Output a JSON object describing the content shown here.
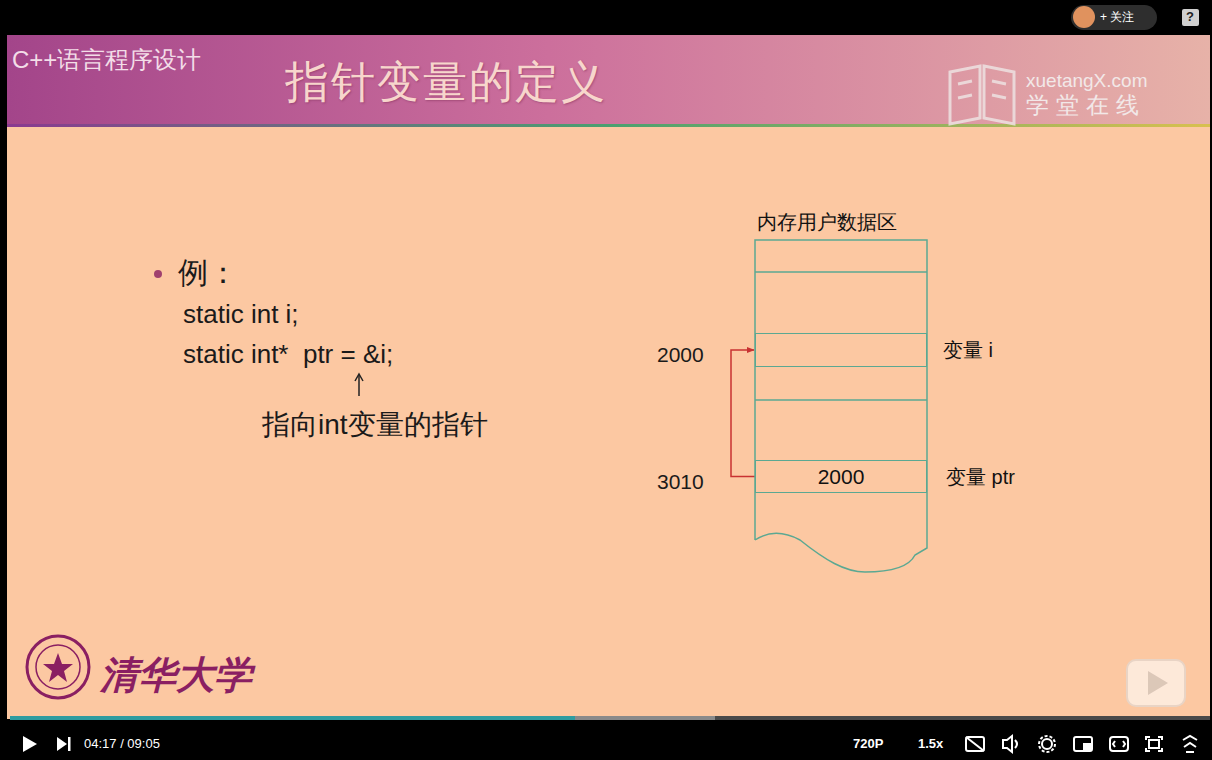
{
  "diagram": {
    "title": "指针变量的定义",
    "nodes": [
      {
        "text": [
          "内存用户数据区"
        ]
      },
      {
        "text": [
          "变量 i"
        ],
        "in": 0
      },
      {
        "text": [
          "2000",
          "变量 ptr"
        ],
        "in": 0
      }
    ],
    "edges": [
      {
        "from": 2,
        "to": 1,
        "arrow": "to"
      }
    ],
    "labels": [
      "C++语言程序设计",
      "xuetangX.com",
      "学堂在线",
      "例：",
      "static int i;",
      "static int*  ptr = &i;",
      "指向int变量的指针",
      "2000",
      "3010",
      "清华大学",
      "+ 关注",
      "?",
      "04:17 / 09:05",
      "720P",
      "1.5x"
    ]
  }
}
